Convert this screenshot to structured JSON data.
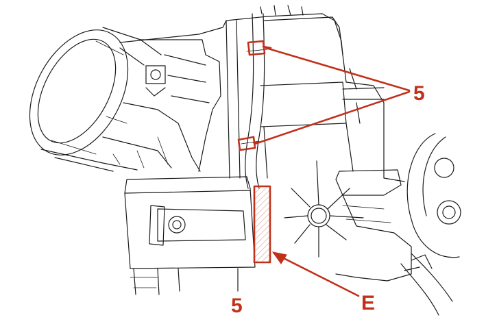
{
  "callouts": {
    "clips_label": "5",
    "lower_label": "5",
    "panel_label": "E"
  },
  "colors": {
    "line": "#1a1a1a",
    "highlight": "#c1311a",
    "hatch": "#e2a79a"
  }
}
